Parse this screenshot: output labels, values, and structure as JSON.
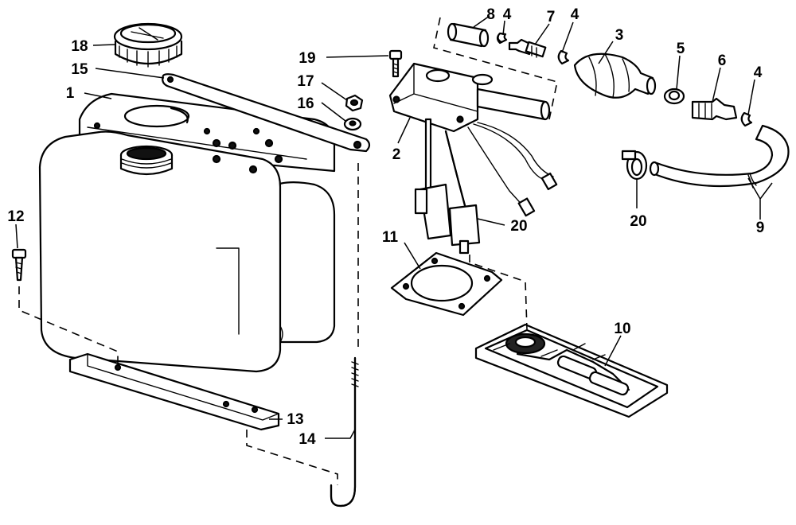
{
  "diagram": {
    "callouts": [
      {
        "id": "p1",
        "text": "1"
      },
      {
        "id": "p2",
        "text": "2"
      },
      {
        "id": "p3",
        "text": "3"
      },
      {
        "id": "p4a",
        "text": "4"
      },
      {
        "id": "p4b",
        "text": "4"
      },
      {
        "id": "p4c",
        "text": "4"
      },
      {
        "id": "p5",
        "text": "5"
      },
      {
        "id": "p6",
        "text": "6"
      },
      {
        "id": "p7",
        "text": "7"
      },
      {
        "id": "p8",
        "text": "8"
      },
      {
        "id": "p9",
        "text": "9"
      },
      {
        "id": "p10",
        "text": "10"
      },
      {
        "id": "p11",
        "text": "11"
      },
      {
        "id": "p12",
        "text": "12"
      },
      {
        "id": "p13",
        "text": "13"
      },
      {
        "id": "p14",
        "text": "14"
      },
      {
        "id": "p15",
        "text": "15"
      },
      {
        "id": "p16",
        "text": "16"
      },
      {
        "id": "p17",
        "text": "17"
      },
      {
        "id": "p18",
        "text": "18"
      },
      {
        "id": "p19",
        "text": "19"
      },
      {
        "id": "p20a",
        "text": "20"
      },
      {
        "id": "p20b",
        "text": "20"
      }
    ]
  }
}
